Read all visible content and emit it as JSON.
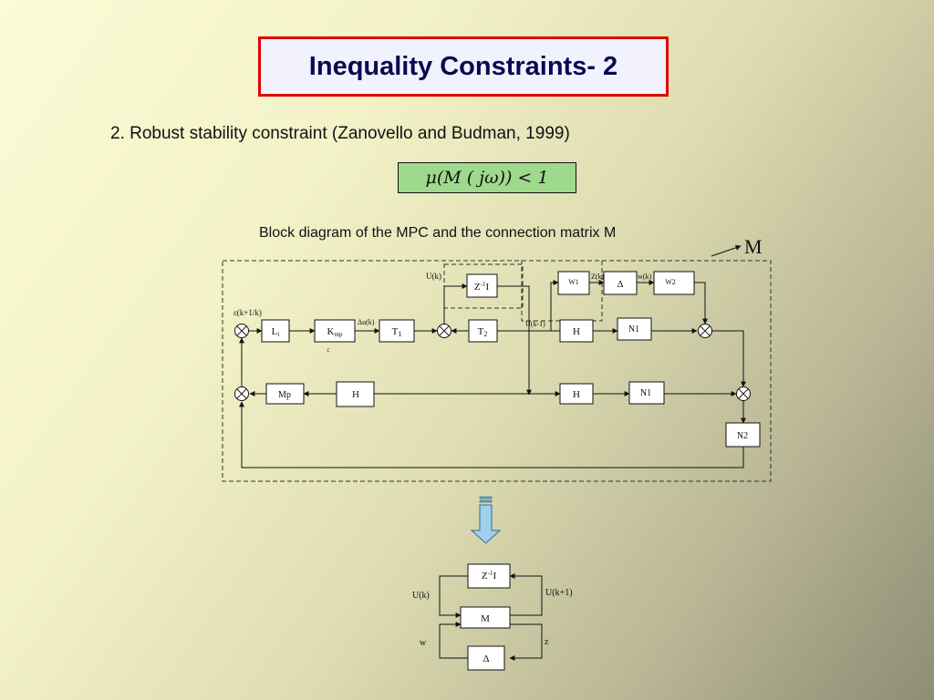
{
  "slide": {
    "title": "Inequality Constraints- 2",
    "subtitle": "2. Robust stability constraint (Zanovello and Budman, 1999)",
    "formula": "μ(M ( jω)) < 1",
    "caption": "Block diagram of the MPC and the connection matrix M"
  },
  "diagram": {
    "m_label": "M",
    "labels": {
      "eps": "ε(k+1/k)",
      "du": "Δu(k)",
      "uk": "U(k)",
      "uk1": "U(k-1)",
      "zk": "Z(k)",
      "wk": "w(k)",
      "c": "c"
    },
    "blocks": {
      "li": "L",
      "li_sub": "i",
      "kmp": "K",
      "kmp_sub": "mp",
      "t1": "T",
      "t1_sub": "1",
      "t2": "T",
      "t2_sub": "2",
      "z1i": "Z",
      "z1i_sup": "-1",
      "z1i_tail": "I",
      "w1": "W1",
      "delta": "Δ",
      "w2": "W2",
      "h_top": "H",
      "n1_top": "N1",
      "mp": "Mp",
      "h_left": "H",
      "h_mid": "H",
      "n1_bottom": "N1",
      "n2": "N2"
    }
  },
  "reduced": {
    "z1i": "Z",
    "z1i_sup": "-1",
    "z1i_tail": "I",
    "m": "M",
    "delta": "Δ",
    "uk": "U(k)",
    "uk1": "U(k+1)",
    "w": "w",
    "z": "z"
  }
}
